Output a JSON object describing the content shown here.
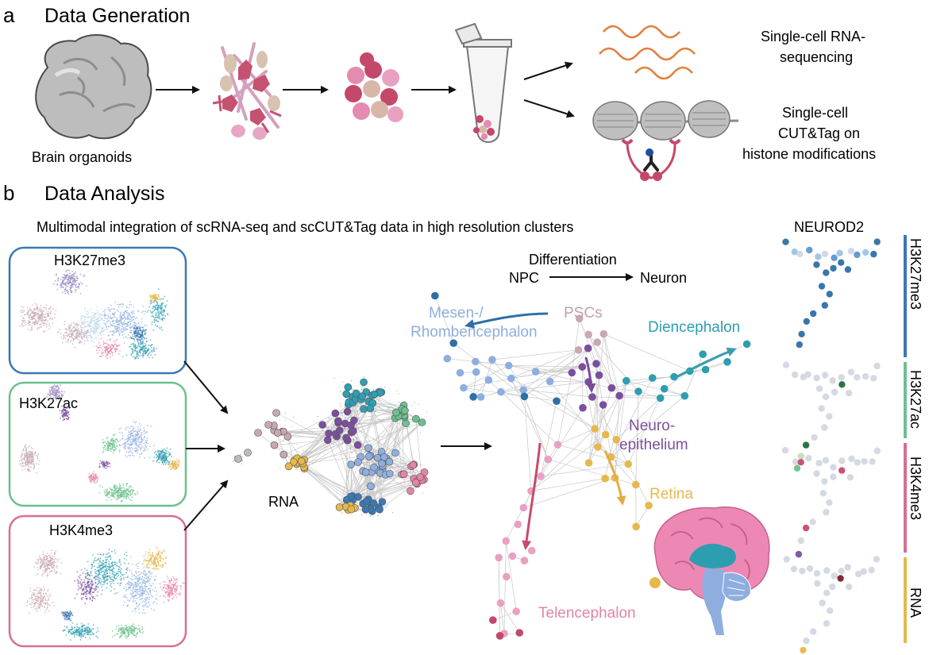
{
  "panel_a": {
    "letter": "a",
    "title": "Data Generation",
    "organoid_label": "Brain organoids",
    "output_rna": [
      "Single-cell RNA-",
      "sequencing"
    ],
    "output_cuttag": [
      "Single-cell",
      "CUT&Tag on",
      "histone modifications"
    ]
  },
  "panel_b": {
    "letter": "b",
    "title": "Data Analysis",
    "subtitle": "Multimodal integration of scRNA-seq and scCUT&Tag data in high resolution clusters",
    "umap_boxes": [
      {
        "label": "H3K27me3",
        "color": "#3b78b4"
      },
      {
        "label": "H3K27ac",
        "color": "#6cc08f"
      },
      {
        "label": "H3K4me3",
        "color": "#d86f92"
      }
    ],
    "rna_label": "RNA",
    "differentiation": {
      "label": "Differentiation",
      "from": "NPC",
      "to": "Neuron"
    },
    "lineages": [
      {
        "label": [
          "Mesen-/",
          "Rhombencephalon"
        ],
        "color": "#8eaee0"
      },
      {
        "label": [
          "PSCs"
        ],
        "color": "#c4a0aa"
      },
      {
        "label": [
          "Diencephalon"
        ],
        "color": "#2d9eb0"
      },
      {
        "label": [
          "Neuro-",
          "epithelium"
        ],
        "color": "#7b4f9d"
      },
      {
        "label": [
          "Retina"
        ],
        "color": "#e6b84d"
      },
      {
        "label": [
          "Telencephalon"
        ],
        "color": "#e583a8"
      }
    ],
    "neurod2_title": "NEUROD2",
    "neurod2_rows": [
      {
        "label": "H3K27me3",
        "color": "#3b78b4"
      },
      {
        "label": "H3K27ac",
        "color": "#6cc08f"
      },
      {
        "label": "H3K4me3",
        "color": "#d86f92"
      },
      {
        "label": "RNA",
        "color": "#e6b84d"
      }
    ]
  }
}
